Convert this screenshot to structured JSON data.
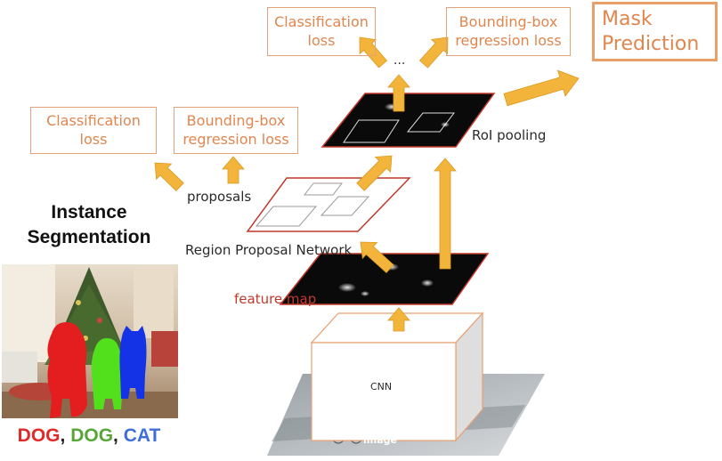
{
  "boxes": {
    "cls_loss_top": "Classification\nloss",
    "bbox_loss_top": "Bounding-box\nregression loss",
    "mask_prediction": "Mask\nPrediction",
    "cls_loss_left": "Classification\nloss",
    "bbox_loss_left": "Bounding-box\nregression loss"
  },
  "labels": {
    "ellipsis": "...",
    "roi_pooling": "RoI pooling",
    "proposals": "proposals",
    "rpn": "Region Proposal Network",
    "feature_map": "feature map",
    "cnn": "CNN",
    "image": "image"
  },
  "task": {
    "title": "Instance\nSegmentation",
    "classes": [
      {
        "text": "DOG",
        "color": "#e02a2a"
      },
      {
        "text": "DOG",
        "color": "#5aa53a"
      },
      {
        "text": "CAT",
        "color": "#3f6fd6"
      }
    ],
    "separator": ", "
  },
  "colors": {
    "arrow": "#f2b43a",
    "box_border": "#e4a27a",
    "box_text": "#e0864f",
    "plane_border": "#c0392b",
    "mask_dog1": "#e41e1e",
    "mask_dog2": "#52e01c",
    "mask_cat": "#1432e6"
  }
}
